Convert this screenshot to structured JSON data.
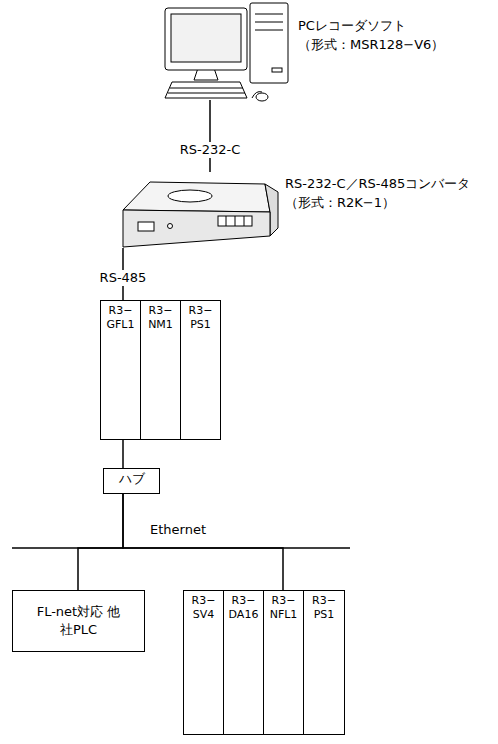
{
  "diagram": {
    "nodes": [
      {
        "text": [
          "PCレコーダソフト",
          "（形式：MSR128−V6）"
        ]
      },
      {
        "text": [
          "RS-232-C／RS-485コンバータ",
          "（形式：R2K−1）"
        ]
      },
      {
        "text": [
          "R3− GFL1"
        ]
      },
      {
        "text": [
          "R3− NM1"
        ]
      },
      {
        "text": [
          "R3− PS1"
        ]
      },
      {
        "text": [
          "ハブ"
        ]
      },
      {
        "text": [
          "FL-net対応 他社PLC"
        ]
      },
      {
        "text": [
          "R3− SV4"
        ]
      },
      {
        "text": [
          "R3− DA16"
        ]
      },
      {
        "text": [
          "R3− NFL1"
        ]
      },
      {
        "text": [
          "R3− PS1"
        ]
      }
    ],
    "edges": [
      {
        "from": 0,
        "to": 1,
        "arrow": "none",
        "label": "RS-232-C"
      },
      {
        "from": 1,
        "to": 2,
        "arrow": "none",
        "label": "RS-485"
      },
      {
        "from": 2,
        "to": 5,
        "arrow": "none"
      },
      {
        "from": 5,
        "to": 6,
        "arrow": "none"
      },
      {
        "from": 5,
        "to": 9,
        "arrow": "none"
      }
    ],
    "labels": [
      "Ethernet"
    ]
  }
}
